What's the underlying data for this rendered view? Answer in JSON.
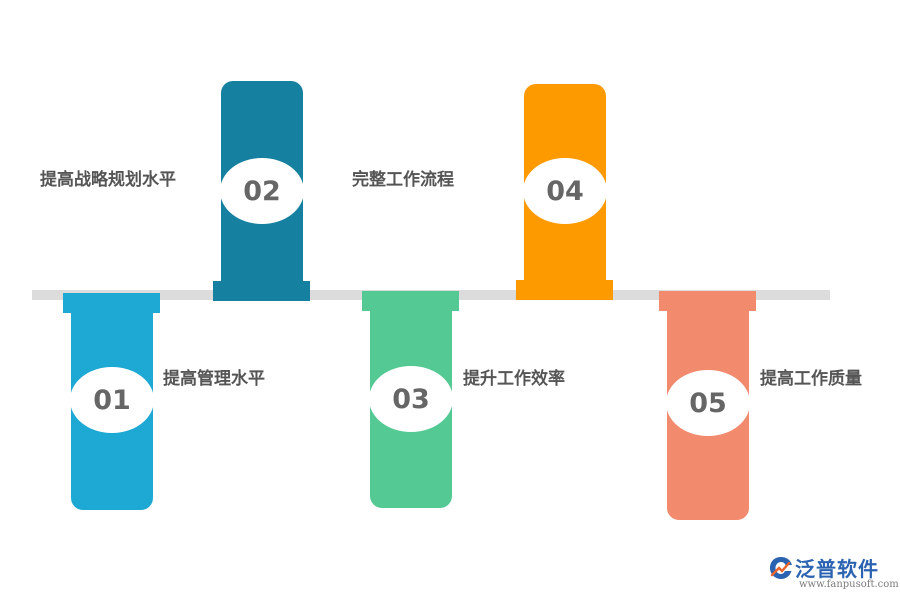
{
  "colors": {
    "step1": "#1ea9d4",
    "step2": "#15809f",
    "step3": "#55c994",
    "step4": "#fd9a00",
    "step5": "#f28a6e",
    "bar": "#dcdcdc",
    "number_text": "#666666",
    "label_text": "#555555",
    "logo_blue": "#2c63b1"
  },
  "steps": [
    {
      "number": "01",
      "label": "提高管理水平"
    },
    {
      "number": "02",
      "label": "提高战略规划水平"
    },
    {
      "number": "03",
      "label": "提升工作效率"
    },
    {
      "number": "04",
      "label": "完整工作流程"
    },
    {
      "number": "05",
      "label": "提高工作质量"
    }
  ],
  "logo": {
    "icon": "fanpu-logo-icon",
    "name": "泛普软件",
    "url": "www.fanpusoft.com"
  }
}
